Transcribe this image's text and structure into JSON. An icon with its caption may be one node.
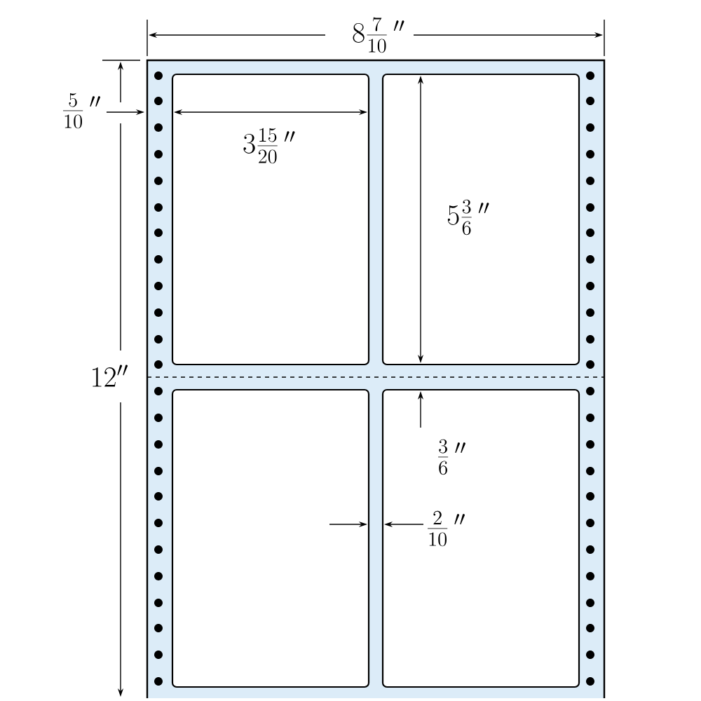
{
  "diagram": {
    "labels": [
      "8\\frac{7}{10}\\,''",
      "\\frac{5}{10}\\,''",
      "3\\frac{15}{20}\\,''",
      "5\\frac{3}{6}\\,''",
      "12''",
      "\\frac{3}{6}\\,''",
      "\\frac{2}{10}\\,''"
    ]
  }
}
